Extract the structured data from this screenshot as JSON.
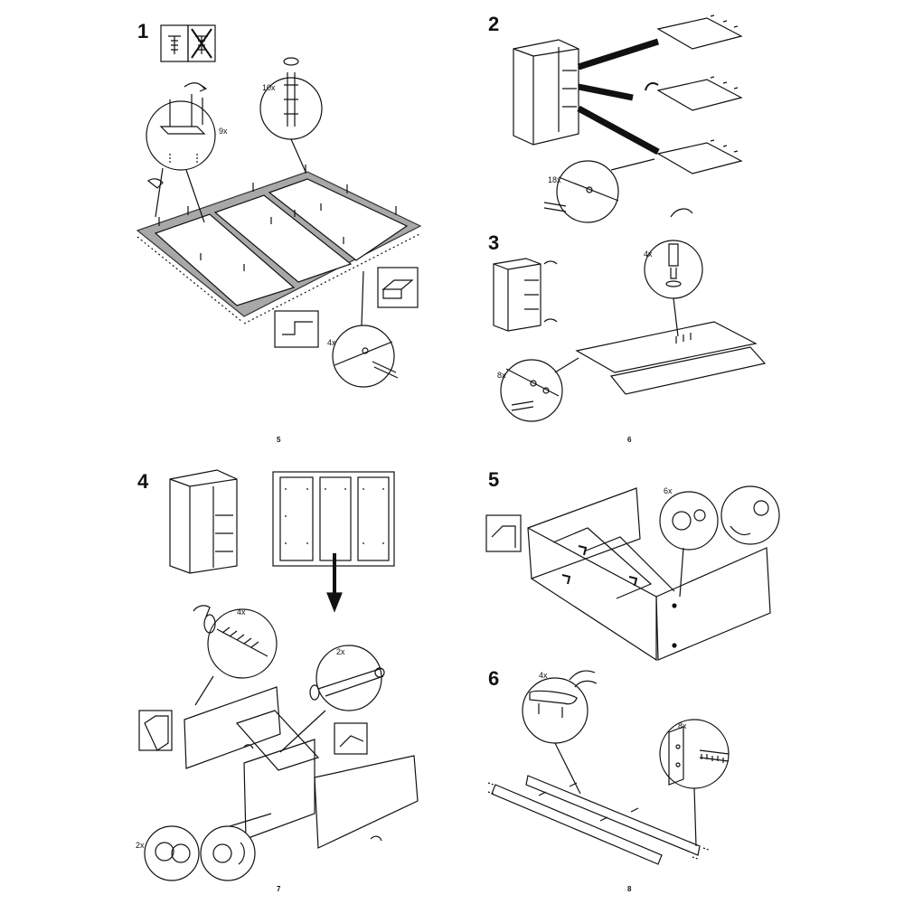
{
  "steps": [
    {
      "number": "1",
      "quantities": [
        "10x",
        "9x",
        "4x"
      ]
    },
    {
      "number": "2",
      "quantities": [
        "18x"
      ]
    },
    {
      "number": "3",
      "quantities": [
        "4x",
        "8x"
      ]
    },
    {
      "number": "4",
      "quantities": [
        "4x",
        "2x",
        "2x"
      ]
    },
    {
      "number": "5",
      "quantities": [
        "6x"
      ]
    },
    {
      "number": "6",
      "quantities": [
        "4x",
        "8x"
      ]
    }
  ],
  "page_numbers": [
    "5",
    "6",
    "7",
    "8"
  ],
  "colors": {
    "ink": "#111111",
    "tone": "#a8a8a8",
    "paper": "#ffffff"
  }
}
